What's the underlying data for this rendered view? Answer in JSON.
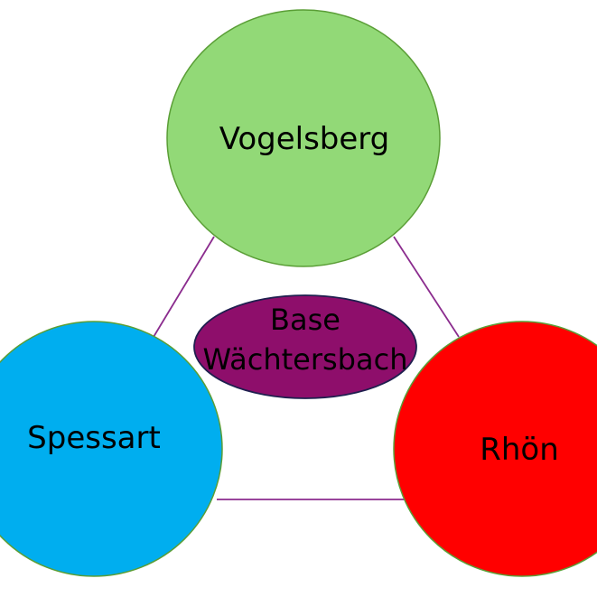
{
  "nodes": {
    "top": {
      "label": "Vogelsberg",
      "fill": "#92D977",
      "stroke": "#5A9E36"
    },
    "left": {
      "label": "Spessart",
      "fill": "#00AEEF",
      "stroke": "#5A9E36"
    },
    "right": {
      "label": "Rhön",
      "fill": "#FF0000",
      "stroke": "#5A9E36"
    },
    "center": {
      "label_line1": "Base",
      "label_line2": "Wächtersbach",
      "fill": "#8E0E6B",
      "stroke": "#1F1F4F"
    }
  },
  "connector_color": "#8B2C8E"
}
